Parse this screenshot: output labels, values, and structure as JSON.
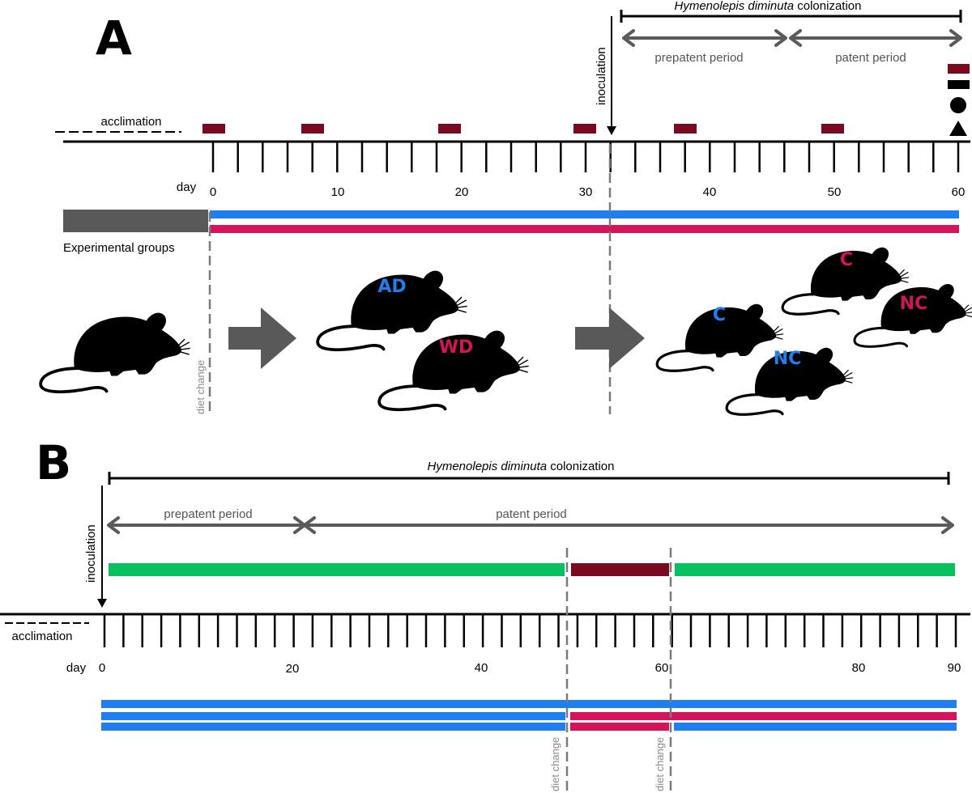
{
  "colors": {
    "timeline": "#000000",
    "period_arrow": "#5a5a5a",
    "acclimation_bar": "#595959",
    "blue": "#1f7ff0",
    "pink": "#d4145a",
    "green": "#07c160",
    "maroon": "#7b0a20",
    "guide": "#7a7a7a",
    "mouse": "#000000"
  },
  "panel_a": {
    "letter": "A",
    "colonization_prefix": "Hymenolepis diminuta",
    "colonization_suffix": " colonization",
    "prepatent_label": "prepatent period",
    "patent_label": "patent period",
    "inoculation_label": "inoculation",
    "acclimation_label": "acclimation",
    "day_label": "day",
    "ticks": [
      "0",
      "10",
      "20",
      "30",
      "40",
      "50",
      "60"
    ],
    "groups_label": "Experimental   groups",
    "diet_change_label": "diet change",
    "mice_stage2": [
      {
        "label": "AD",
        "color": "#1f7ff0"
      },
      {
        "label": "WD",
        "color": "#d4145a"
      }
    ],
    "mice_stage3": [
      {
        "label": "C",
        "color": "#1f7ff0"
      },
      {
        "label": "C",
        "color": "#d4145a"
      },
      {
        "label": "NC",
        "color": "#1f7ff0"
      },
      {
        "label": "NC",
        "color": "#d4145a"
      }
    ],
    "legend_icons": [
      "maroon-bar",
      "black-bar",
      "circle",
      "triangle"
    ]
  },
  "panel_b": {
    "letter": "B",
    "colonization_prefix": "Hymenolepis diminuta",
    "colonization_suffix": " colonization",
    "prepatent_label": "prepatent period",
    "patent_label": "patent period",
    "inoculation_label": "inoculation",
    "acclimation_label": "acclimation",
    "day_label": "day",
    "ticks": [
      "0",
      "20",
      "40",
      "60",
      "80",
      "90"
    ],
    "diet_change_label_1": "diet change",
    "diet_change_label_2": "diet change"
  }
}
